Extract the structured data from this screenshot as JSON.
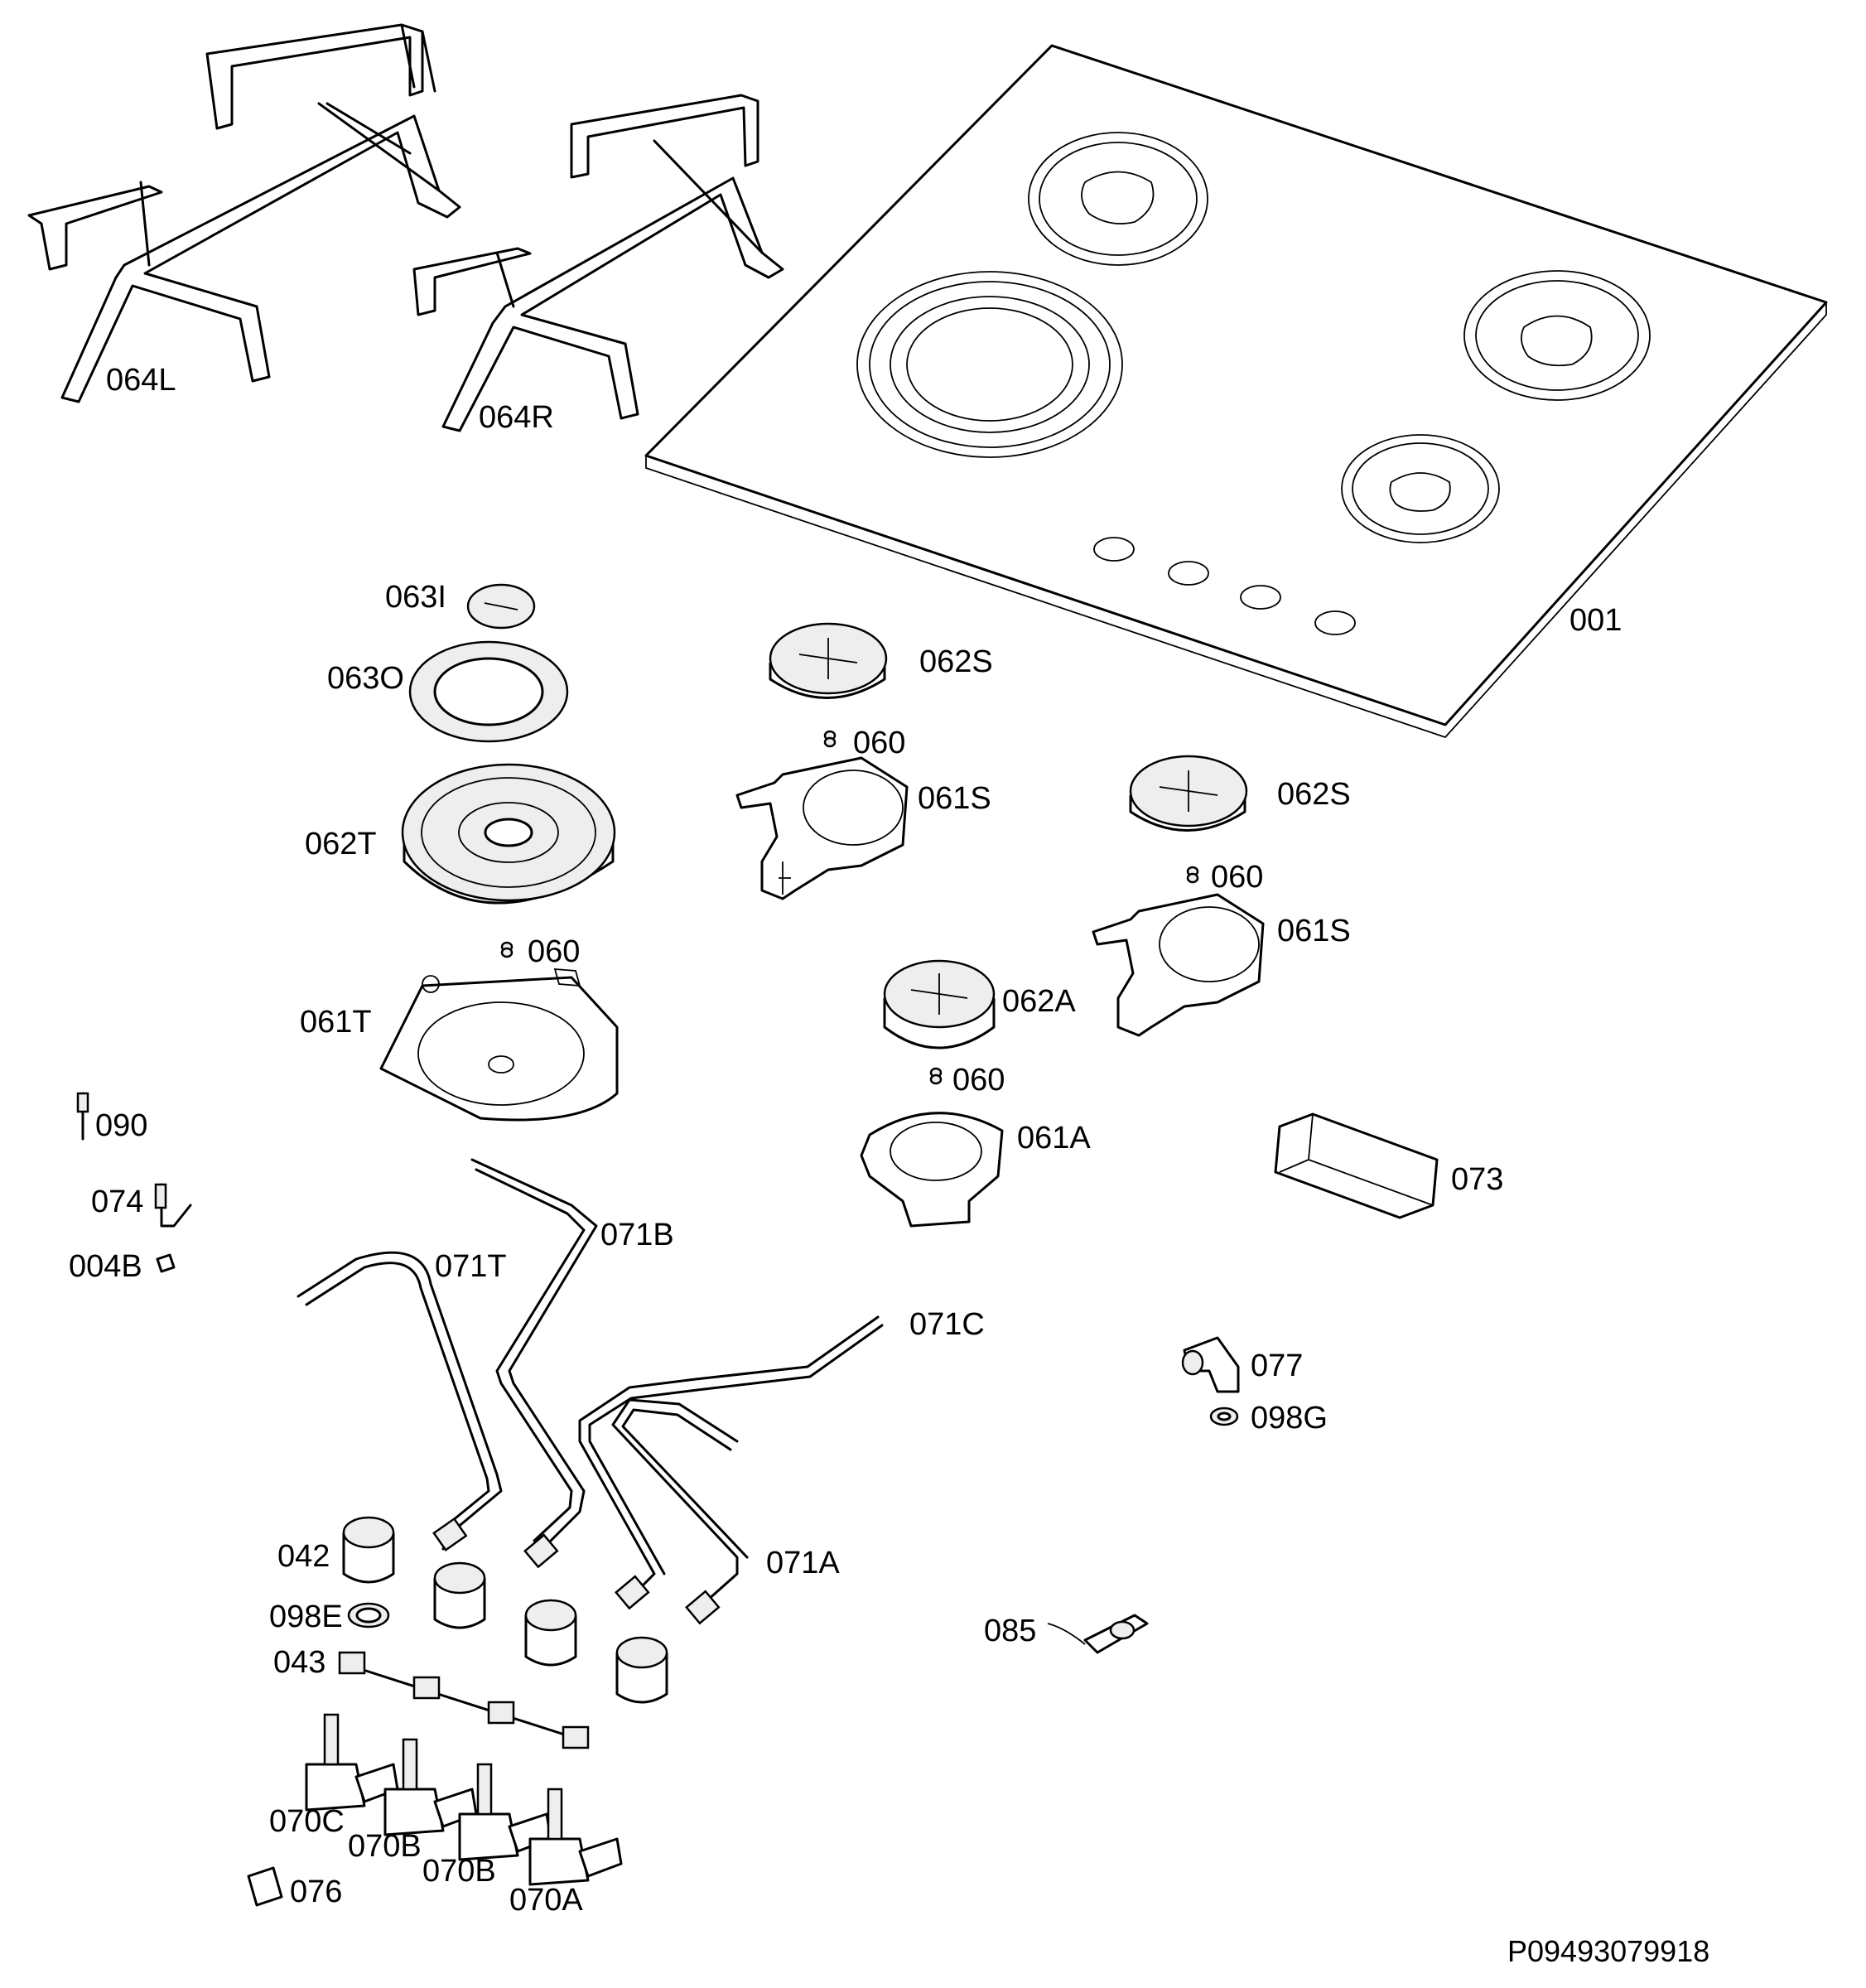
{
  "labels": {
    "l064L": "064L",
    "l064R": "064R",
    "l001": "001",
    "l063I": "063I",
    "l063O": "063O",
    "l062T": "062T",
    "l060a": "060",
    "l061T": "061T",
    "l062S1": "062S",
    "l060b": "060",
    "l061S1": "061S",
    "l062S2": "062S",
    "l060c": "060",
    "l061S2": "061S",
    "l062A": "062A",
    "l060d": "060",
    "l061A": "061A",
    "l073": "073",
    "l090": "090",
    "l074": "074",
    "l004B": "004B",
    "l071T": "071T",
    "l071B": "071B",
    "l071C": "071C",
    "l077": "077",
    "l098G": "098G",
    "l042": "042",
    "l098E": "098E",
    "l043": "043",
    "l071A": "071A",
    "l085": "085",
    "l070C": "070C",
    "l070B1": "070B",
    "l070B2": "070B",
    "l070A": "070A",
    "l076": "076"
  },
  "drawing_code": "P09493079918"
}
